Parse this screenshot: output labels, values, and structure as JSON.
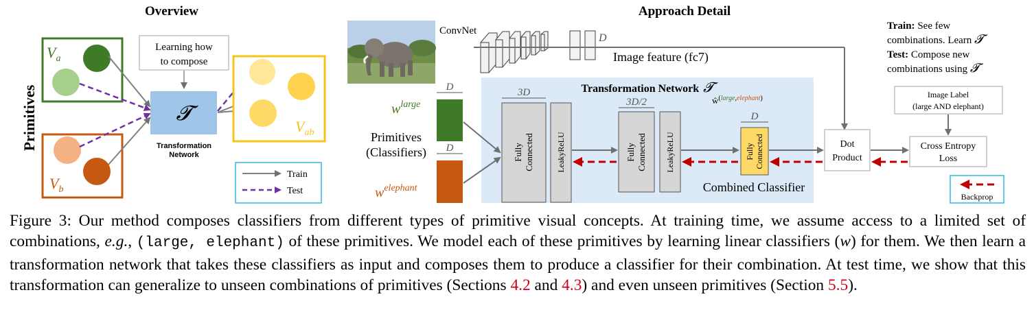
{
  "overview": {
    "title": "Overview",
    "primitives_label": "Primitives",
    "va": "V",
    "va_sub": "a",
    "vb": "V",
    "vb_sub": "b",
    "vab": "V",
    "vab_sub": "ab",
    "learning_line1": "Learning how",
    "learning_line2": "to compose",
    "t_symbol": "𝓣",
    "tn_line1": "Transformation",
    "tn_line2": "Network",
    "legend_train": "Train",
    "legend_test": "Test"
  },
  "approach": {
    "title": "Approach Detail",
    "convnet": "ConvNet",
    "d": "D",
    "image_feature": "Image feature (fc7)",
    "tn_title": "Transformation Network",
    "tn_symbol": "𝓣",
    "w_large_base": "w",
    "w_large_sup": "large",
    "w_elephant_base": "w",
    "w_elephant_sup": "elephant",
    "primitives_line1": "Primitives",
    "primitives_line2": "(Classifiers)",
    "dim_3d": "3D",
    "dim_3d2": "3D/2",
    "fully_connected_1": "Fully",
    "fully_connected_2": "Connected",
    "leaky_relu": "LeakyReLU",
    "w_hat": "ŵ",
    "w_hat_large": "large",
    "w_hat_comma": ",",
    "w_hat_elephant": "elephant",
    "combined_classifier": "Combined Classifier",
    "dot_1": "Dot",
    "dot_2": "Product",
    "image_label_1": "Image Label",
    "image_label_2": "(large AND elephant)",
    "ce_1": "Cross Entropy",
    "ce_2": "Loss",
    "backprop": "Backprop",
    "train_bold": "Train:",
    "train_text_1": " See few",
    "train_text_2": "combinations. Learn ",
    "test_bold": "Test:",
    "test_text_1": " Compose new",
    "test_text_2": "combinations using "
  },
  "caption": {
    "p1": "Figure 3: Our method composes classifiers from different types of primitive visual concepts. At training time, we assume access to a limited set of combinations, ",
    "eg": "e.g.",
    "p2": ", ",
    "code": "(large, elephant)",
    "p3": " of these primitives. We model each of these primitives by learning linear classifiers (",
    "w": "w",
    "p4": ") for them. We then learn a transformation network that takes these classifiers as input and composes them to produce a classifier for their combination. At test time, we show that this transformation can generalize to unseen combinations of primitives (Sections ",
    "ref1": "4.2",
    "p5": " and ",
    "ref2": "4.3",
    "p6": ") and even unseen primitives (Section ",
    "ref3": "5.5",
    "p7": ")."
  },
  "colors": {
    "green": "#3f7a26",
    "orange": "#c65911",
    "yellow": "#f5c518",
    "blue_box": "#9fc5e8",
    "panel": "#dce9f7",
    "gray_layer": "#d6d6d6",
    "red_dash": "#c00000",
    "purple_dash": "#7030a0",
    "cyan_border": "#33b5e5"
  },
  "icons": {
    "elephant_photo": "elephant-photo"
  }
}
